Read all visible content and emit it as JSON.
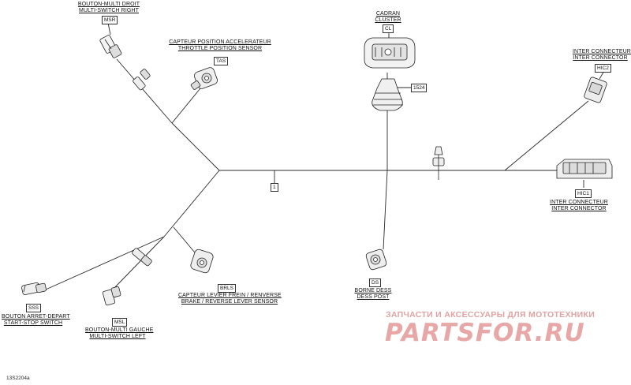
{
  "components": {
    "msr": {
      "line1": "BOUTON-MULTI DROIT",
      "line2": "MULTI-SWITCH RIGHT",
      "tag": "MSR"
    },
    "tps": {
      "line1": "CAPTEUR POSITION ACCELERATEUR",
      "line2": "THROTTLE POSITION SENSOR",
      "tag": "TAS"
    },
    "cl": {
      "line1": "CADRAN",
      "line2": "CLUSTER",
      "tag": "CL"
    },
    "hic2": {
      "line1": "INTER CONNECTEUR",
      "line2": "INTER CONNECTOR",
      "tag": "HIC2"
    },
    "hic1": {
      "line1": "INTER CONNECTEUR",
      "line2": "INTER CONNECTOR",
      "tag": "HIC1"
    },
    "ds": {
      "line1": "BORNE DESS",
      "line2": "DESS POST",
      "tag": "DS"
    },
    "brls": {
      "line1": "CAPTEUR LEVIER FREIN / RENVERSE",
      "line2": "BRAKE / REVERSE LEVER SENSOR",
      "tag": "BRLS"
    },
    "sss": {
      "line1": "BOUTON ARRET-DEPART",
      "line2": "START-STOP SWITCH",
      "tag": "SSS"
    },
    "msl": {
      "line1": "BOUTON-MULTI GAUCHE",
      "line2": "MULTI-SWITCH LEFT",
      "tag": "MSL"
    }
  },
  "callouts": {
    "harness": "1",
    "boot": "1524"
  },
  "figure_id": "13S2204a",
  "watermark": {
    "line1": "ЗАПЧАСТИ И АКСЕССУАРЫ ДЛЯ МОТОТЕХНИКИ",
    "line2": "PARTSFOR.RU",
    "color": "#e8a7a7"
  }
}
